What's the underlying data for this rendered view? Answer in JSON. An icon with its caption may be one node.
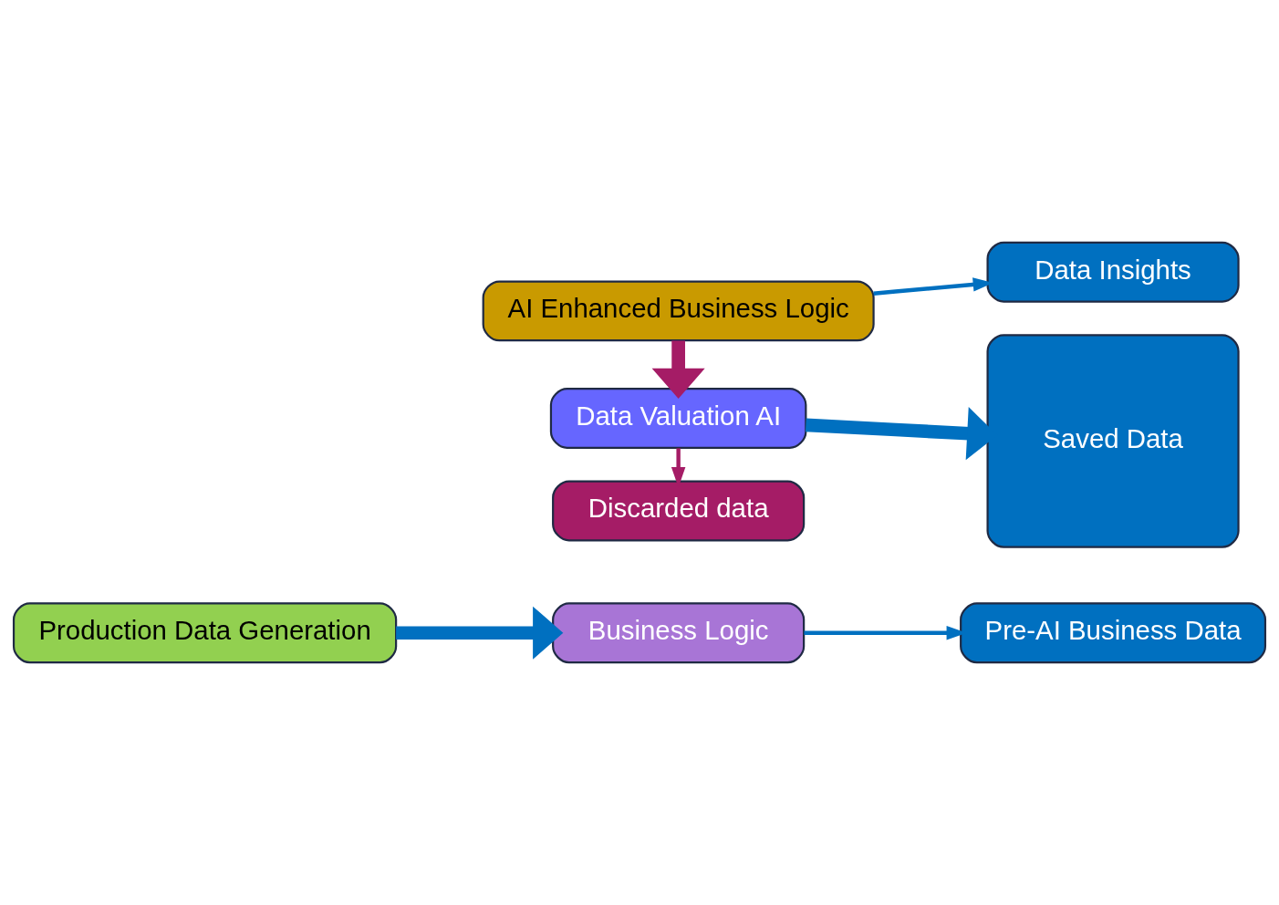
{
  "diagram": {
    "nodes": [
      {
        "text": [
          "Production Data Generation"
        ]
      },
      {
        "text": [
          "Business Logic"
        ]
      },
      {
        "text": [
          "Pre-AI Business Data"
        ]
      },
      {
        "text": [
          "AI Enhanced Business Logic"
        ]
      },
      {
        "text": [
          "Data Insights"
        ]
      },
      {
        "text": [
          "Data Valuation AI"
        ]
      },
      {
        "text": [
          "Saved Data"
        ]
      },
      {
        "text": [
          "Discarded data"
        ]
      }
    ],
    "edges": [
      {
        "from": 0,
        "to": 1,
        "arrow": "to",
        "style": "thick"
      },
      {
        "from": 1,
        "to": 2,
        "arrow": "to"
      },
      {
        "from": 3,
        "to": 4,
        "arrow": "to"
      },
      {
        "from": 3,
        "to": 5,
        "arrow": "to",
        "style": "thick",
        "color": "#a51c66"
      },
      {
        "from": 5,
        "to": 6,
        "arrow": "to",
        "style": "thick"
      },
      {
        "from": 5,
        "to": 7,
        "arrow": "to",
        "color": "#a51c66"
      }
    ]
  }
}
